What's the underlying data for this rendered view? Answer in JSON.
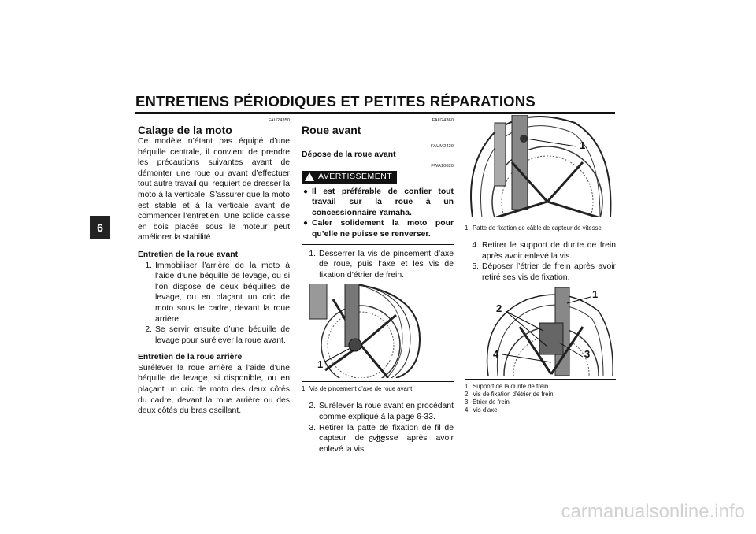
{
  "header": {
    "title": "ENTRETIENS PÉRIODIQUES ET PETITES RÉPARATIONS"
  },
  "chapter_tab": "6",
  "col1": {
    "code": "FAU24350",
    "title": "Calage de la moto",
    "intro": "Ce modèle n’étant pas équipé d’une béquille centrale, il convient de prendre les précautions suivantes avant de démonter une roue ou avant d’effectuer tout autre travail qui requiert de dresser la moto à la verticale. S’assurer que la moto est stable et à la verticale avant de commencer l’entretien. Une solide caisse en bois placée sous le moteur peut améliorer la stabilité.",
    "front_heading": "Entretien de la roue avant",
    "front_steps": [
      {
        "n": "1.",
        "text": "Immobiliser l’arrière de la moto à l’aide d’une béquille de levage, ou si l’on dispose de deux béquilles de levage, ou en plaçant un cric de moto sous le cadre, devant la roue arrière."
      },
      {
        "n": "2.",
        "text": "Se servir ensuite d’une béquille de levage pour surélever la roue avant."
      }
    ],
    "rear_heading": "Entretien de la roue arrière",
    "rear_text": "Surélever la roue arrière à l’aide d’une béquille de levage, si disponible, ou en plaçant un cric de moto des deux côtés du cadre, devant la roue arrière ou des deux côtés du bras oscillant."
  },
  "col2": {
    "code": "FAU24360",
    "title": "Roue avant",
    "sub_code": "FAUM2420",
    "sub_title": "Dépose de la roue avant",
    "warn_code": "FWA10820",
    "warn_label": "AVERTISSEMENT",
    "warn_bullets": [
      "Il est préférable de confier tout travail sur la roue à un concessionnaire Yamaha.",
      "Caler solidement la moto pour qu’elle ne puisse se renverser."
    ],
    "step1": {
      "n": "1.",
      "text": "Desserrer la vis de pincement d’axe de roue, puis l’axe et les vis de fixation d’étrier de frein."
    },
    "fig_callout": "1",
    "fig_caption": [
      {
        "n": "1.",
        "text": "Vis de pincement d’axe de roue avant"
      }
    ],
    "steps": [
      {
        "n": "2.",
        "text": "Surélever la roue avant en procédant comme expliqué à la page 6-33."
      },
      {
        "n": "3.",
        "text": "Retirer la patte de fixation de fil de capteur de vitesse après avoir enlevé la vis."
      }
    ]
  },
  "col3": {
    "fig1_callout": "1",
    "fig1_caption": [
      {
        "n": "1.",
        "text": "Patte de fixation de câble de capteur de vitesse"
      }
    ],
    "steps": [
      {
        "n": "4.",
        "text": "Retirer le support de durite de frein après avoir enlevé la vis."
      },
      {
        "n": "5.",
        "text": "Déposer l’étrier de frein après avoir retiré ses vis de fixation."
      }
    ],
    "fig2_callouts": [
      "1",
      "2",
      "3",
      "4"
    ],
    "fig2_caption": [
      {
        "n": "1.",
        "text": "Support de la durite de frein"
      },
      {
        "n": "2.",
        "text": "Vis de fixation d’étrier de frein"
      },
      {
        "n": "3.",
        "text": "Étrier de frein"
      },
      {
        "n": "4.",
        "text": "Vis d’axe"
      }
    ]
  },
  "page_number": "6-33",
  "watermark": "carmanualsonline.info"
}
